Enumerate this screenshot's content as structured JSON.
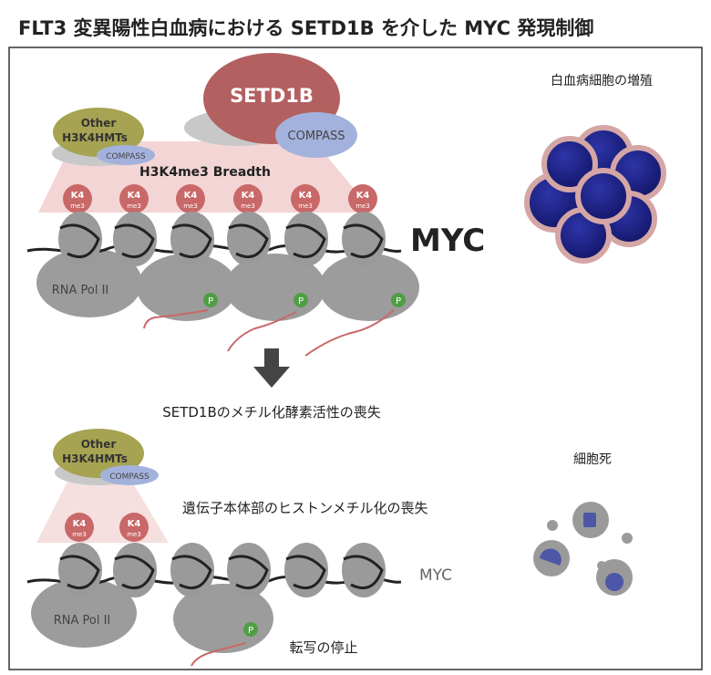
{
  "title": "FLT3 変異陽性白血病における SETD1B を介した MYC 発現制御",
  "top": {
    "setd1b": "SETD1B",
    "compass": "COMPASS",
    "other_line1": "Other",
    "other_line2": "H3K4HMTs",
    "other_compass": "COMPASS",
    "breadth": "H3K4me3 Breadth",
    "me_mark": "K4",
    "me_sub": "me3",
    "gene": "MYC",
    "polII": "RNA Pol II",
    "phospho": "P",
    "cell_label": "白血病細胞の増殖"
  },
  "arrow_label": "SETD1Bのメチル化酵素活性の喪失",
  "bottom": {
    "other_line1": "Other",
    "other_line2": "H3K4HMTs",
    "other_compass": "COMPASS",
    "loss_label": "遺伝子本体部のヒストンメチル化の喪失",
    "me_mark": "K4",
    "me_sub": "me3",
    "gene": "MYC",
    "polII": "RNA Pol II",
    "phospho": "P",
    "stop_label": "転写の停止",
    "cell_label": "細胞死"
  },
  "colors": {
    "setd1b": "#b36060",
    "compass": "#a3b2dc",
    "other": "#9c9a4a",
    "breadth": "#f0cccc",
    "histone": "#999999",
    "mark": "#c96868",
    "cell": "#1b1f7e",
    "phospho": "#4f9e46"
  }
}
